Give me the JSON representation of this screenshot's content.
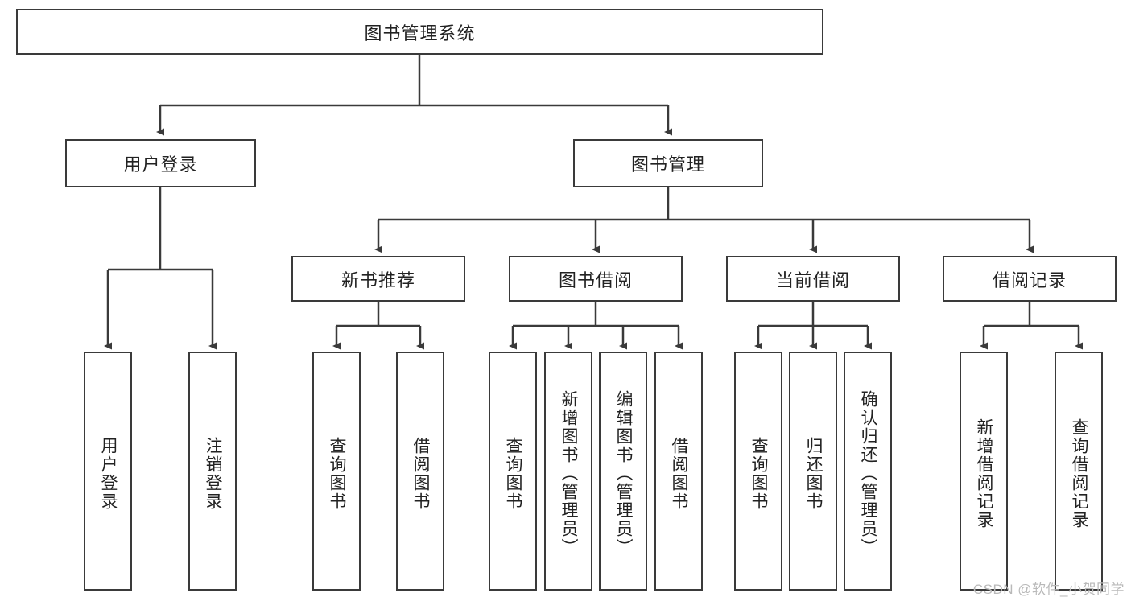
{
  "diagram": {
    "type": "tree",
    "title": "图书管理系统",
    "orientation": "top-down",
    "colors": {
      "node_border": "#3a3a3a",
      "node_fill": "#ffffff",
      "edge": "#3a3a3a",
      "text": "#222222",
      "watermark": "#b9b9b9"
    },
    "nodes": {
      "root": {
        "label": "图书管理系统"
      },
      "level2": [
        {
          "id": "user-login",
          "label": "用户登录"
        },
        {
          "id": "book-manage",
          "label": "图书管理"
        }
      ],
      "level3": [
        {
          "id": "new-book-recommend",
          "label": "新书推荐"
        },
        {
          "id": "book-borrow",
          "label": "图书借阅"
        },
        {
          "id": "current-borrow",
          "label": "当前借阅"
        },
        {
          "id": "borrow-record",
          "label": "借阅记录"
        }
      ],
      "leaves": {
        "user_login": [
          {
            "id": "leaf-user-login",
            "label": "用户登录"
          },
          {
            "id": "leaf-user-logout",
            "label": "注销登录"
          }
        ],
        "new_book_recommend": [
          {
            "id": "leaf-query-book-1",
            "label": "查询图书"
          },
          {
            "id": "leaf-borrow-book-1",
            "label": "借阅图书"
          }
        ],
        "book_borrow": [
          {
            "id": "leaf-query-book-2",
            "label": "查询图书"
          },
          {
            "id": "leaf-add-book",
            "label": "新增图书（管理员）"
          },
          {
            "id": "leaf-edit-book",
            "label": "编辑图书（管理员）"
          },
          {
            "id": "leaf-borrow-book-2",
            "label": "借阅图书"
          }
        ],
        "current_borrow": [
          {
            "id": "leaf-query-book-3",
            "label": "查询图书"
          },
          {
            "id": "leaf-return-book",
            "label": "归还图书"
          },
          {
            "id": "leaf-confirm-return",
            "label": "确认归还（管理员）"
          }
        ],
        "borrow_record": [
          {
            "id": "leaf-add-record",
            "label": "新增借阅记录"
          },
          {
            "id": "leaf-query-record",
            "label": "查询借阅记录"
          }
        ]
      }
    }
  },
  "watermark": {
    "text": "CSDN @软件_小贺同学"
  }
}
